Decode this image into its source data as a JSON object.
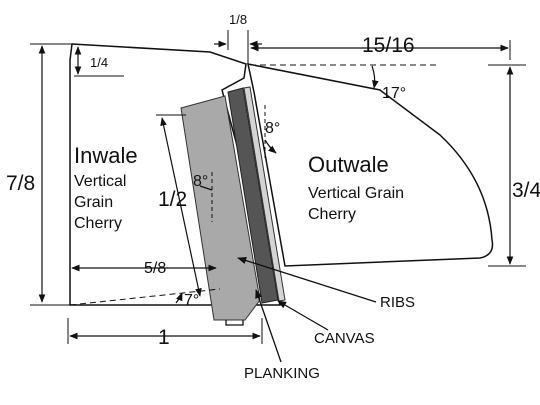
{
  "dimensions": {
    "inwale_height": "7/8",
    "inwale_top": "1/4",
    "lap_width": "1/8",
    "outwale_width": "15/16",
    "outwale_height": "3/4",
    "ribs_planking_height": "1/2",
    "inner_width": "5/8",
    "bottom_width": "1"
  },
  "angles": {
    "outwale_top": "17°",
    "outwale_face": "8°",
    "inwale_face": "8°",
    "bottom": "7°"
  },
  "inwale": {
    "title": "Inwale",
    "line1": "Vertical",
    "line2": "Grain",
    "line3": "Cherry"
  },
  "outwale": {
    "title": "Outwale",
    "line1": "Vertical Grain",
    "line2": "Cherry"
  },
  "callouts": {
    "ribs": "RIBS",
    "canvas": "CANVAS",
    "planking": "PLANKING"
  },
  "colors": {
    "line": "#111111",
    "planking": "#a9a9a9",
    "ribs": "#555555",
    "canvas": "#d4d4d4"
  }
}
